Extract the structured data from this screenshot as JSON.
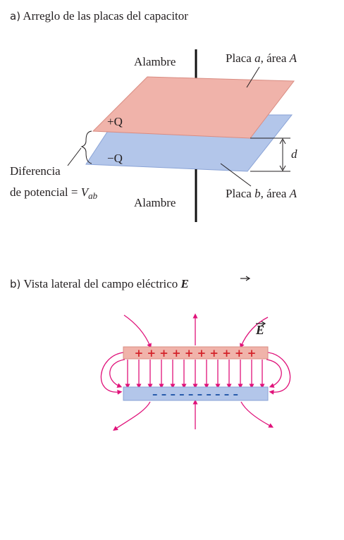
{
  "part_a": {
    "letter": "a)",
    "caption": "Arreglo de las placas del capacitor",
    "wire_top": "Alambre",
    "wire_bottom": "Alambre",
    "plate_a": {
      "pre": "Placa ",
      "name": "a",
      "mid": ", área ",
      "area": "A"
    },
    "plate_b": {
      "pre": "Placa ",
      "name": "b",
      "mid": ", área ",
      "area": "A"
    },
    "charge_plus": "+Q",
    "charge_minus": "−Q",
    "separation": "d",
    "potential_line1": "Diferencia",
    "potential_line2": "de potencial = ",
    "potential_var": "V",
    "potential_sub": "ab"
  },
  "part_b": {
    "letter": "b)",
    "caption": "Vista lateral del campo eléctrico ",
    "field_symbol": "E",
    "plus_signs": "+ + + + + + + + + +",
    "minus_signs": "– – – – – – – – – –"
  },
  "colors": {
    "plate_top": "#f0b3aa",
    "plate_bottom": "#b3c6ea",
    "field_line": "#e0127a",
    "plus": "#d42229",
    "minus": "#2257a8"
  }
}
